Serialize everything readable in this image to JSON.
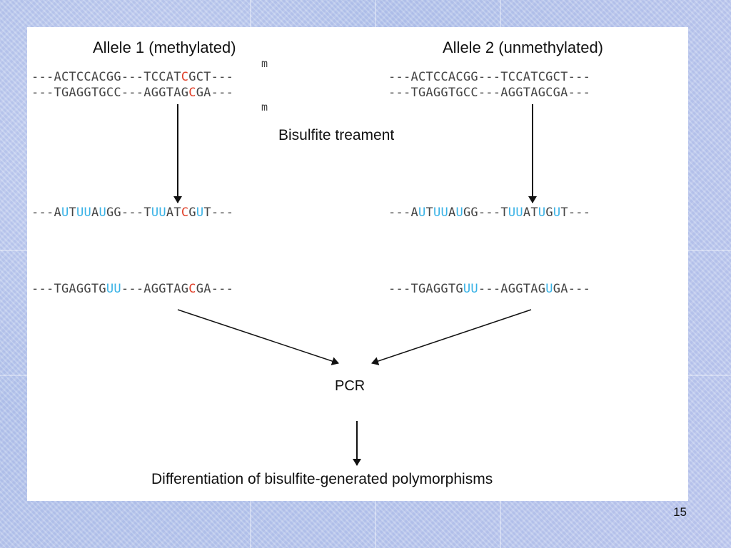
{
  "allele1": {
    "title": "Allele 1 (methylated)",
    "methyl_mark_top": "m",
    "methyl_mark_bottom": "m",
    "top_strand": [
      {
        "t": "---ACTCCACGG---TCCAT",
        "c": ""
      },
      {
        "t": "C",
        "c": "r"
      },
      {
        "t": "GCT---",
        "c": ""
      }
    ],
    "bottom_strand": [
      {
        "t": "---TGAGGTGCC---AGGTAG",
        "c": ""
      },
      {
        "t": "C",
        "c": "r"
      },
      {
        "t": "GA---",
        "c": ""
      }
    ],
    "converted_top": [
      {
        "t": "---A",
        "c": ""
      },
      {
        "t": "U",
        "c": "b"
      },
      {
        "t": "T",
        "c": ""
      },
      {
        "t": "UU",
        "c": "b"
      },
      {
        "t": "A",
        "c": ""
      },
      {
        "t": "U",
        "c": "b"
      },
      {
        "t": "GG---T",
        "c": ""
      },
      {
        "t": "UU",
        "c": "b"
      },
      {
        "t": "AT",
        "c": ""
      },
      {
        "t": "C",
        "c": "r"
      },
      {
        "t": "G",
        "c": ""
      },
      {
        "t": "U",
        "c": "b"
      },
      {
        "t": "T---",
        "c": ""
      }
    ],
    "converted_bottom": [
      {
        "t": "---TGAGGTG",
        "c": ""
      },
      {
        "t": "UU",
        "c": "b"
      },
      {
        "t": "---AGGTAG",
        "c": ""
      },
      {
        "t": "C",
        "c": "r"
      },
      {
        "t": "GA---",
        "c": ""
      }
    ]
  },
  "allele2": {
    "title": "Allele 2 (unmethylated)",
    "top_strand": [
      {
        "t": "---ACTCCACGG---TCCATCGCT---",
        "c": ""
      }
    ],
    "bottom_strand": [
      {
        "t": "---TGAGGTGCC---AGGTAGCGA---",
        "c": ""
      }
    ],
    "converted_top": [
      {
        "t": "---A",
        "c": ""
      },
      {
        "t": "U",
        "c": "b"
      },
      {
        "t": "T",
        "c": ""
      },
      {
        "t": "UU",
        "c": "b"
      },
      {
        "t": "A",
        "c": ""
      },
      {
        "t": "U",
        "c": "b"
      },
      {
        "t": "GG---T",
        "c": ""
      },
      {
        "t": "UU",
        "c": "b"
      },
      {
        "t": "AT",
        "c": ""
      },
      {
        "t": "U",
        "c": "b"
      },
      {
        "t": "G",
        "c": ""
      },
      {
        "t": "U",
        "c": "b"
      },
      {
        "t": "T---",
        "c": ""
      }
    ],
    "converted_bottom": [
      {
        "t": "---TGAGGTG",
        "c": ""
      },
      {
        "t": "UU",
        "c": "b"
      },
      {
        "t": "---AGGTAG",
        "c": ""
      },
      {
        "t": "U",
        "c": "b"
      },
      {
        "t": "GA---",
        "c": ""
      }
    ]
  },
  "step_label": "Bisulfite treament",
  "pcr_label": "PCR",
  "result_label": "Differentiation of bisulfite-generated polymorphisms",
  "slide_number": "15",
  "colors": {
    "methylated_c": "#e0402a",
    "converted_u": "#38b2e6",
    "sequence_text": "#444444"
  }
}
